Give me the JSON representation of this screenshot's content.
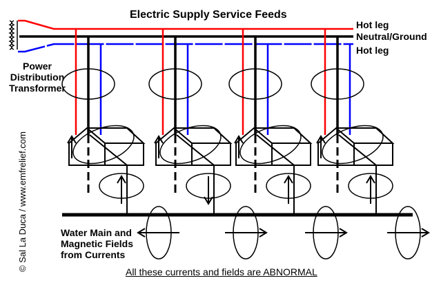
{
  "title": "Electric Supply Service Feeds",
  "legend": {
    "hot_leg_top": "Hot leg",
    "neutral_ground": "Neutral/Ground",
    "hot_leg_bottom": "Hot leg"
  },
  "transformer_label": "Power Distribution Transformer",
  "water_main_label": "Water Main and Magnetic Fields from Currents",
  "footer": "All these currents and fields are ABNORMAL",
  "copyright": "© Sal La Duca / www.emfrelief.com",
  "colors": {
    "hot_top": "#ff0000",
    "hot_bottom": "#0000ff",
    "neutral": "#000000"
  },
  "houses": [
    {
      "vertical_current": "up",
      "water_field": "left"
    },
    {
      "vertical_current": "down",
      "water_field": "right"
    },
    {
      "vertical_current": "up",
      "water_field": "right"
    },
    {
      "vertical_current": "up",
      "water_field": "right"
    }
  ]
}
